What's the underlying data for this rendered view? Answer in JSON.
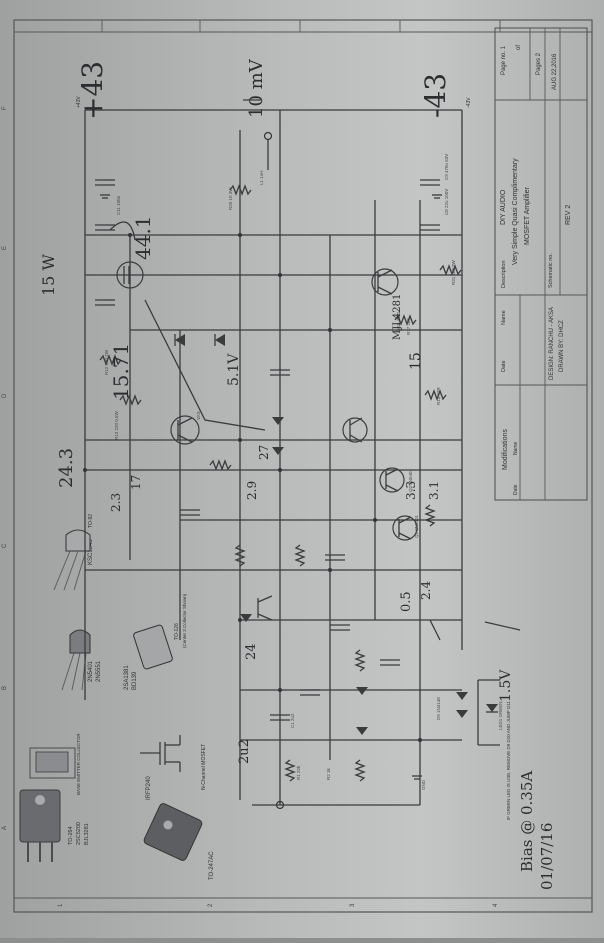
{
  "colors": {
    "paper": "#bdbebe",
    "ink": "#3a3b3d",
    "pencil": "#2c2d30"
  },
  "frame": {
    "row_labels": [
      "1",
      "2",
      "3",
      "4"
    ],
    "col_labels": [
      "A",
      "B",
      "C",
      "D",
      "E",
      "F"
    ]
  },
  "title_block": {
    "description_label": "Description",
    "description_line1": "DIY AUDIO",
    "description_line2": "Very Simple Quasi Complimentary",
    "description_line3": "MOSFET Amplifier",
    "schematic_label": "Schematic no.",
    "rev": "REV 2",
    "page_label": "Page no. 1",
    "of_label": "of",
    "pages_label": "Pages 2",
    "date": "AUG 22,2016",
    "design_credit": "DESIGN: RANCHU - AKSA",
    "drawn_credit": "DRAWN BY: DHCZ",
    "modifications_header": "Modifications",
    "mod_date": "Date",
    "mod_name": "Name",
    "col_date": "Date",
    "col_name": "Name"
  },
  "parts_legend": {
    "to264": "TO-264",
    "to264_parts": [
      "2SC5200",
      "BJL3281"
    ],
    "pin_labels": "BASE EMITTER COLLECTOR",
    "n_channel": "N-Channel MOSFET",
    "irfp240": "IRFP240",
    "to247": "TO-247AC",
    "p2n5401": "2N5401",
    "p2n5551": "2N5551",
    "p2sa1381": "2SA1381",
    "pbd139": "BD139",
    "to126": "TO-126",
    "to126_note": "(Center 3 Collector Shown)",
    "ksc1845": "KSC1845",
    "to92": "TO-92"
  },
  "rails": {
    "pos": "+43V",
    "neg": "-43V"
  },
  "handwritten": {
    "plus43": "+43",
    "minus43": "-43",
    "ten_mv": "10 mV",
    "fifteen_w": "15 W",
    "g44": "44.1",
    "v15_71": "15.71",
    "v24_3": "24.3",
    "v5_1": "5.1V",
    "v1_5": "1.5V",
    "v0_5": "0.5",
    "bias": "Bias @ 0.35A",
    "date": "01/07/16",
    "v2_9": "2.9",
    "v2_7": "27",
    "v2_3": "2.3",
    "v2_4": "2.4",
    "v3_3": "3.3",
    "v3_1": "3.1",
    "v15": "15",
    "mjl4281": "MJL4281",
    "v17": "17",
    "v2u2": "2u2",
    "v24": "24"
  },
  "note": "IF GREEN LED IS USE, REMOVE D9 D10 AND JUMP D11",
  "components": {
    "q_vas": "VAS",
    "q_out": "MJL4281",
    "r_bias": "R13 220 0.5W",
    "c_out": "C11 100n",
    "gnd": "GND",
    "led": "LED1 GREEN",
    "d9": "D9 1N4148",
    "r1": "R1 22k",
    "c1": "C1 2u2",
    "r2": "R2 1k",
    "q1": "Q1 2N5401",
    "q2": "Q2 2N5401",
    "r12": "R12 100 1W",
    "r14": "R14 47R",
    "r31": "R31 2k2 3W",
    "c8": "C8 22u 100V",
    "c9": "C9 470u 63V",
    "r20": "R20 10 3W",
    "l1": "L1 1uH",
    "r17": "R17 2k2"
  }
}
